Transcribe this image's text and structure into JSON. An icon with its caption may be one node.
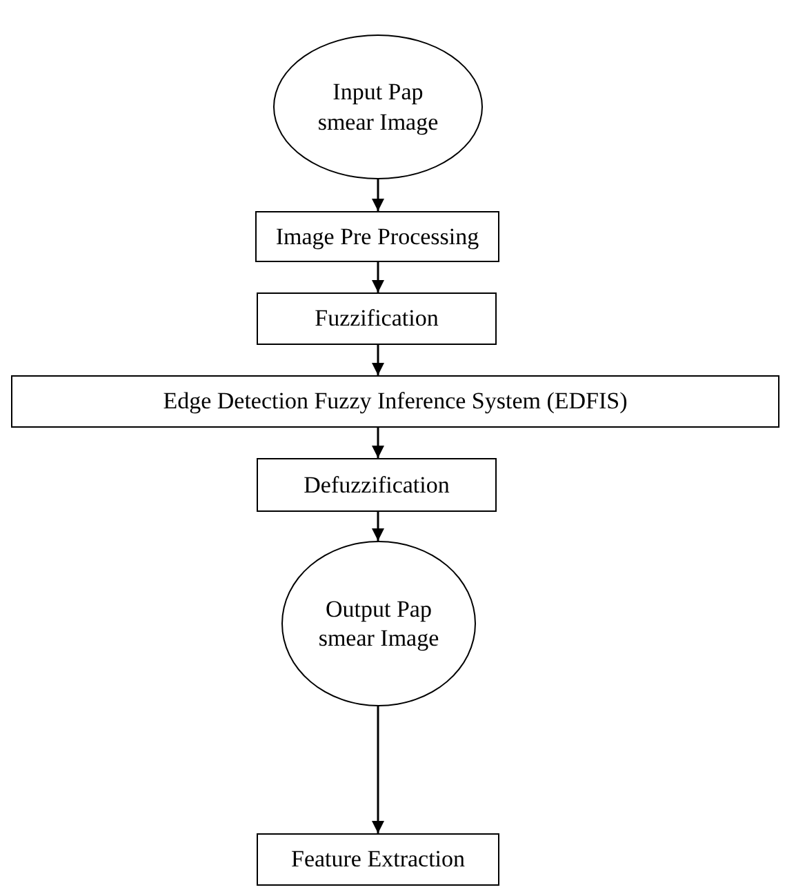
{
  "diagram": {
    "nodes": [
      {
        "text": [
          "Input Pap smear Image"
        ]
      },
      {
        "text": [
          "Image Pre Processing"
        ]
      },
      {
        "text": [
          "Fuzzification"
        ]
      },
      {
        "text": [
          "Edge Detection Fuzzy Inference System (EDFIS)"
        ]
      },
      {
        "text": [
          "Defuzzification"
        ]
      },
      {
        "text": [
          "Output Pap smear Image"
        ]
      },
      {
        "text": [
          "Feature Extraction"
        ]
      }
    ],
    "edges": [
      {
        "from": 0,
        "to": 1,
        "arrow": "to"
      },
      {
        "from": 1,
        "to": 2,
        "arrow": "to"
      },
      {
        "from": 2,
        "to": 3,
        "arrow": "to"
      },
      {
        "from": 3,
        "to": 4,
        "arrow": "to"
      },
      {
        "from": 4,
        "to": 5,
        "arrow": "to"
      },
      {
        "from": 5,
        "to": 6,
        "arrow": "to"
      }
    ]
  }
}
